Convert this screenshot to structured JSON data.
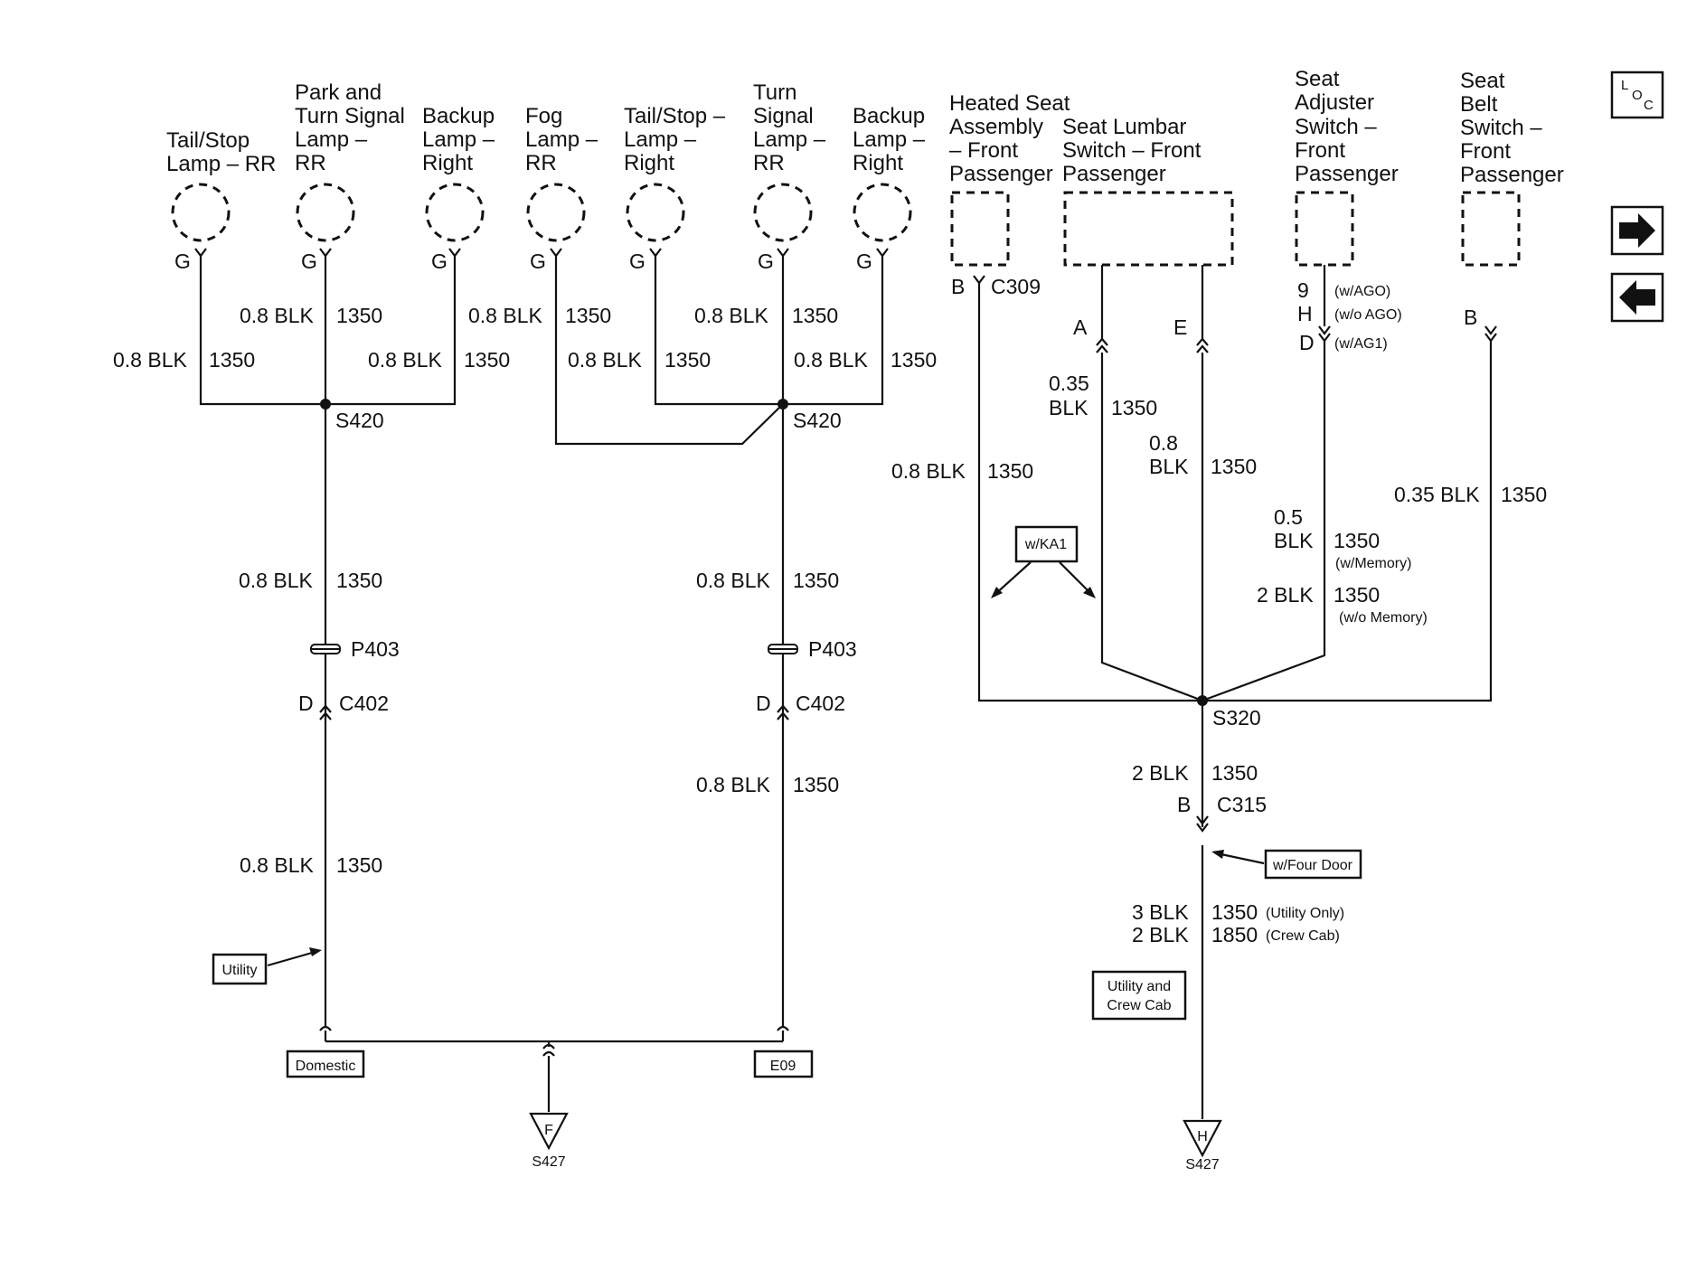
{
  "components": {
    "tail_stop_rr": [
      "Tail/Stop",
      "Lamp – RR"
    ],
    "park_turn_rr": [
      "Park and",
      "Turn Signal",
      "Lamp –",
      "RR"
    ],
    "backup_right_1": [
      "Backup",
      "Lamp –",
      "Right"
    ],
    "fog_rr": [
      "Fog",
      "Lamp –",
      "RR"
    ],
    "tail_stop_right": [
      "Tail/Stop –",
      "Lamp –",
      "Right"
    ],
    "turn_signal_rr": [
      "Turn",
      "Signal",
      "Lamp –",
      "RR"
    ],
    "backup_right_2": [
      "Backup",
      "Lamp –",
      "Right"
    ],
    "heated_seat": [
      "Heated Seat",
      "Assembly",
      "– Front",
      "Passenger"
    ],
    "seat_lumbar": [
      "Seat Lumbar",
      "Switch – Front",
      "Passenger"
    ],
    "seat_adjuster": [
      "Seat",
      "Adjuster",
      "Switch –",
      "Front",
      "Passenger"
    ],
    "seat_belt": [
      "Seat",
      "Belt",
      "Switch –",
      "Front",
      "Passenger"
    ]
  },
  "pins": {
    "g": "G",
    "b": "B",
    "a": "A",
    "e": "E",
    "d": "D",
    "h": "H",
    "nine": "9",
    "c309": "C309",
    "c402": "C402",
    "c315": "C315",
    "w_ago": "(w/AGO)",
    "wo_ago": "(w/o AGO)",
    "w_ag1": "(w/AG1)"
  },
  "wires": {
    "blk_08": "0.8 BLK",
    "blk_035": "0.35 BLK",
    "num_035": "0.35",
    "num_08": "0.8",
    "num_05": "0.5",
    "blk": "BLK",
    "blk_2": "2 BLK",
    "blk_3": "3 BLK",
    "c1350": "1350",
    "c1850": "1850",
    "w_memory": "(w/Memory)",
    "wo_memory": "(w/o Memory)",
    "utility_only": "(Utility Only)",
    "crew_cab": "(Crew Cab)"
  },
  "splices": {
    "s420": "S420",
    "s320": "S320"
  },
  "connectors": {
    "p403": "P403"
  },
  "grounds": {
    "left_letter": "F",
    "left_label": "S427",
    "right_letter": "H",
    "right_label": "S427"
  },
  "options": {
    "utility": "Utility",
    "domestic": "Domestic",
    "e09": "E09",
    "w_ka1": "w/KA1",
    "w_four_door": "w/Four Door",
    "utility_crew_1": "Utility and",
    "utility_crew_2": "Crew Cab"
  },
  "nav": {
    "loc_l": "L",
    "loc_o": "O",
    "loc_c": "C",
    "next_glyph": "➔",
    "back_glyph": "🡐"
  }
}
